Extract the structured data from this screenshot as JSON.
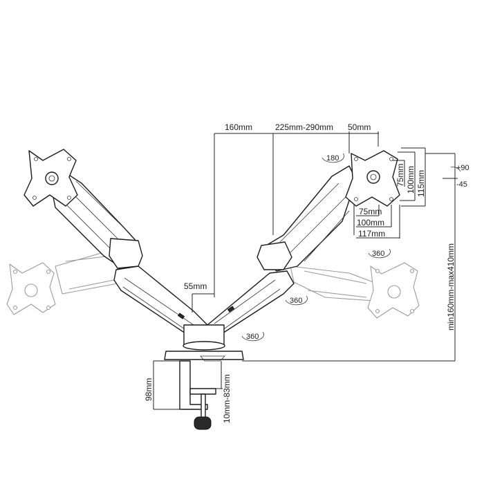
{
  "dimensions": {
    "reach_160": "160mm",
    "arm_225_290": "225mm-290mm",
    "offset_50": "50mm",
    "height_min_max": "min160mm-max410mm",
    "pole_55": "55mm",
    "clamp_98": "98mm",
    "desk_10_83": "10mm-83mm",
    "vesa_h_75": "75mm",
    "vesa_h_100": "100mm",
    "vesa_h_117": "117mm",
    "vesa_v_75": "75mm",
    "vesa_v_100": "100mm",
    "vesa_v_115": "115mm"
  },
  "rotations": {
    "rotate_180": "180",
    "tilt_up": "+90",
    "tilt_down": "-45",
    "swivel_360_a": "360",
    "swivel_360_b": "360",
    "swivel_360_c": "360"
  },
  "colors": {
    "line": "#222222",
    "ghost": "#9a9a9a",
    "background": "#ffffff"
  }
}
